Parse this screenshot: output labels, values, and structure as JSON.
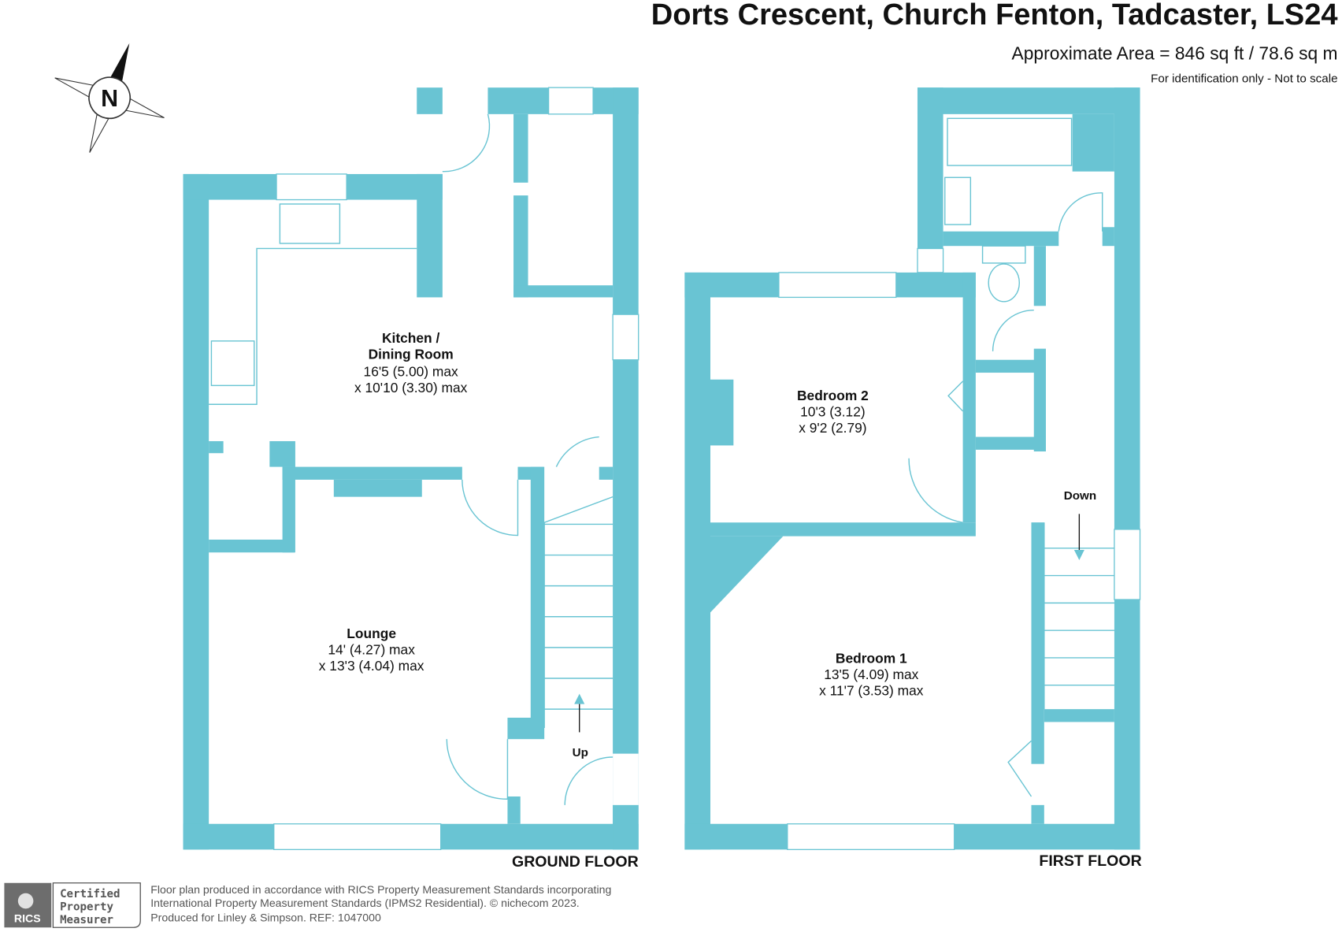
{
  "header": {
    "title": "Dorts Crescent, Church Fenton, Tadcaster, LS24",
    "area": "Approximate Area = 846 sq ft / 78.6 sq m",
    "note": "For identification only - Not to scale"
  },
  "compass": {
    "label": "N"
  },
  "ground_floor": {
    "label": "GROUND FLOOR",
    "kitchen": {
      "name1": "Kitchen /",
      "name2": "Dining Room",
      "dim1": "16'5 (5.00) max",
      "dim2": "x 10'10 (3.30) max"
    },
    "lounge": {
      "name": "Lounge",
      "dim1": "14' (4.27) max",
      "dim2": "x 13'3 (4.04) max"
    },
    "stairs": "Up"
  },
  "first_floor": {
    "label": "FIRST FLOOR",
    "bedroom2": {
      "name": "Bedroom 2",
      "dim1": "10'3 (3.12)",
      "dim2": "x 9'2 (2.79)"
    },
    "bedroom1": {
      "name": "Bedroom 1",
      "dim1": "13'5 (4.09) max",
      "dim2": "x 11'7 (3.53) max"
    },
    "stairs": "Down"
  },
  "footer": {
    "badge_brand": "RICS",
    "badge_lines": [
      "Certified",
      "Property",
      "Measurer"
    ],
    "lines": [
      "Floor plan produced in accordance with RICS Property Measurement Standards incorporating",
      "International Property Measurement Standards (IPMS2 Residential).   © nichecom 2023.",
      "Produced for Linley & Simpson.   REF: 1047000"
    ]
  }
}
